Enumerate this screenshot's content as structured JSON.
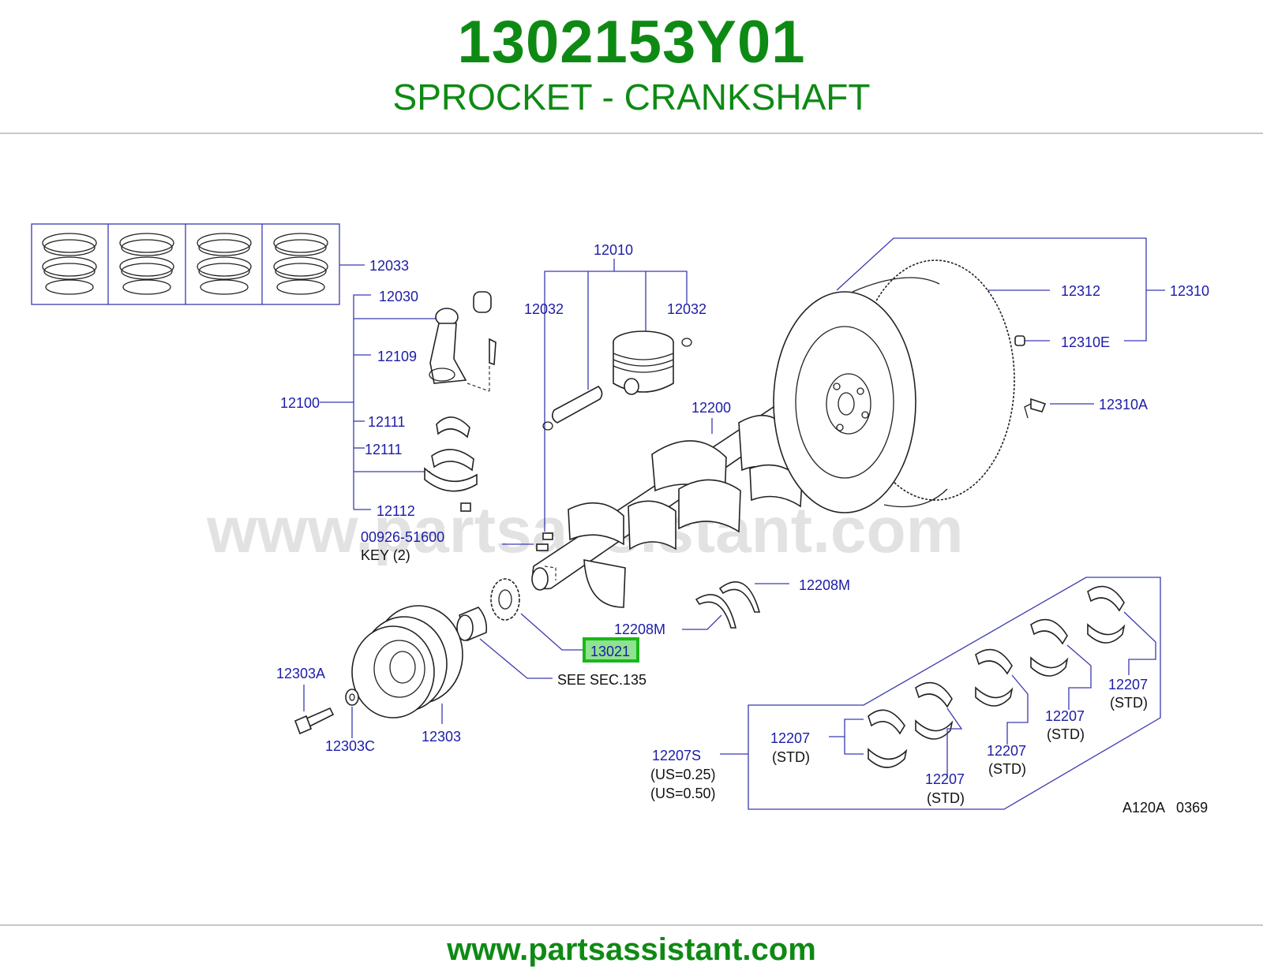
{
  "header": {
    "part_number": "1302153Y01",
    "part_title": "SPROCKET - CRANKSHAFT"
  },
  "colors": {
    "brand_green": "#0e8a14",
    "label_blue": "#1c1ca8",
    "highlight_fill": "#8fe28f",
    "highlight_border": "#18b818"
  },
  "diagram": {
    "watermark": "www.partsassistant.com",
    "ref_code": "A120A   0369",
    "labels": {
      "rings": "12033",
      "bushing": "12030",
      "rod_bolt": "12109",
      "rod_assy": "12100",
      "rod_bearing_upper": "12111",
      "rod_bearing_lower": "12111",
      "rod_nut": "12112",
      "key": "00926-51600",
      "key_note": "KEY    (2)",
      "piston_set": "12010",
      "snap_ring_left": "12032",
      "snap_ring_right": "12032",
      "crankshaft": "12200",
      "ring_gear": "12312",
      "flywheel": "12310",
      "dowel": "12310E",
      "flywheel_bolt": "12310A",
      "thrust_upper": "12208M",
      "thrust_lower": "12208M",
      "sprocket": "13021",
      "see_sec": "SEE    SEC.135",
      "pulley_bolt": "12303A",
      "pulley_washer": "12303C",
      "pulley": "12303",
      "main_bearing_set": "12207S",
      "us025": "(US=0.25)",
      "us050": "(US=0.50)",
      "main_brg": "12207",
      "std": "(STD)"
    }
  },
  "footer": {
    "url": "www.partsassistant.com"
  }
}
